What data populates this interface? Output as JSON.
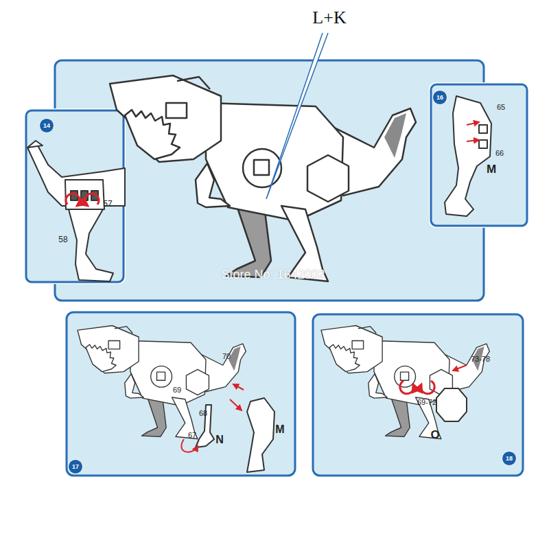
{
  "diagram": {
    "nodes": [
      {
        "text": [
          "14"
        ]
      },
      {
        "text": [
          "16"
        ]
      },
      {
        "text": [
          "17"
        ]
      },
      {
        "text": [
          "18"
        ]
      }
    ],
    "labels": [
      "L+K",
      "65",
      "66",
      "M",
      "57",
      "58",
      "Store No: 1642002",
      "70",
      "69",
      "68",
      "67",
      "N",
      "M",
      "73-78",
      "69-72",
      "O"
    ]
  }
}
